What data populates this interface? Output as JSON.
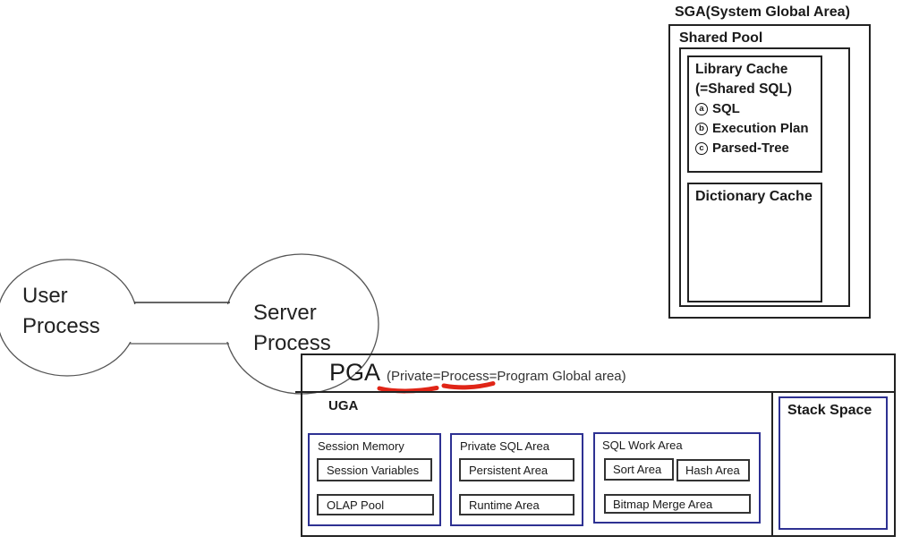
{
  "sga": {
    "title": "SGA(System Global Area)",
    "shared_pool": {
      "label": "Shared Pool",
      "library_cache": {
        "title_line1": "Library Cache",
        "title_line2": "(=Shared SQL)",
        "items": [
          {
            "bullet": "a",
            "label": "SQL"
          },
          {
            "bullet": "b",
            "label": "Execution Plan"
          },
          {
            "bullet": "c",
            "label": "Parsed-Tree"
          }
        ]
      },
      "dictionary_cache": {
        "label": "Dictionary Cache"
      }
    }
  },
  "processes": {
    "user": {
      "line1": "User",
      "line2": "Process"
    },
    "server": {
      "line1": "Server",
      "line2": "Process"
    }
  },
  "pga": {
    "title": "PGA",
    "subtitle": "(Private=Process=Program Global area)",
    "uga_label": "UGA",
    "groups": [
      {
        "title": "Session Memory",
        "items": [
          "Session Variables",
          "OLAP Pool"
        ]
      },
      {
        "title": "Private SQL Area",
        "items": [
          "Persistent Area",
          "Runtime Area"
        ]
      },
      {
        "title": "SQL Work Area",
        "items": [
          "Sort Area",
          "Hash Area",
          "Bitmap Merge Area"
        ]
      }
    ],
    "stack_space_label": "Stack Space"
  },
  "colors": {
    "box_border": "#222222",
    "blue_border": "#2e3192",
    "red_marker": "#e02517",
    "ellipse_stroke": "#555555"
  }
}
